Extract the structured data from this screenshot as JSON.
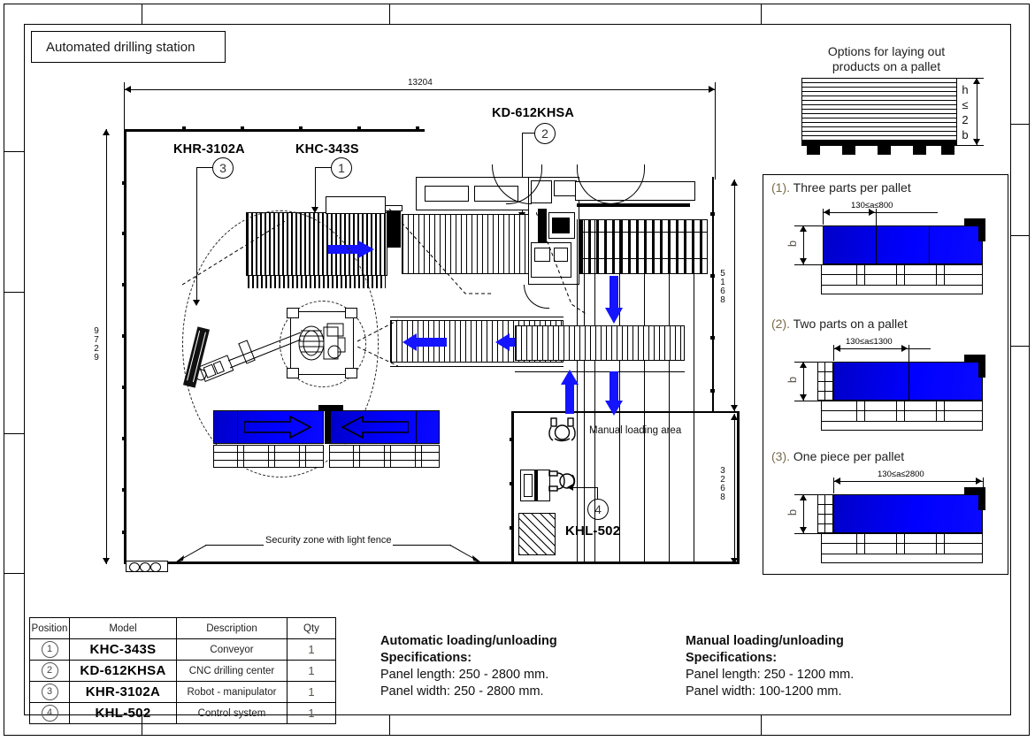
{
  "title_block": {
    "label": "Automated drilling station"
  },
  "layout_plan": {
    "dimensions": {
      "overall_width": "13204",
      "overall_height": "9729",
      "cell_height": "5168",
      "lower_height": "3268"
    },
    "callouts": [
      {
        "model": "KHR-3102A",
        "num": "3"
      },
      {
        "model": "KHC-343S",
        "num": "1"
      },
      {
        "model": "KD-612KHSA",
        "num": "2"
      },
      {
        "model": "KHL-502",
        "num": "4"
      }
    ],
    "annotations": {
      "manual_loading_area": "Manual loading area",
      "security_zone": "Security zone with light fence"
    }
  },
  "pallet_options": {
    "heading_line1": "Options for laying out",
    "heading_line2": "products on a pallet",
    "height_rule": [
      "h",
      "≤",
      "2",
      "b"
    ],
    "height_letter": "b",
    "options": [
      {
        "num": "(1).",
        "label": "Three parts per pallet",
        "dim": "130≤a≤800",
        "side_label": "b",
        "parts": 3
      },
      {
        "num": "(2).",
        "label": "Two parts on a pallet",
        "dim": "130≤a≤1300",
        "side_label": "b",
        "parts": 2
      },
      {
        "num": "(3).",
        "label": "One piece per pallet",
        "dim": "130≤a≤2800",
        "side_label": "b",
        "parts": 1
      }
    ]
  },
  "parts_table": {
    "headers": [
      "Position",
      "Model",
      "Description",
      "Qty"
    ],
    "rows": [
      {
        "position": "1",
        "model": "KHC-343S",
        "description": "Conveyor",
        "qty": "1"
      },
      {
        "position": "2",
        "model": "KD-612KHSA",
        "description": "CNC drilling center",
        "qty": "1"
      },
      {
        "position": "3",
        "model": "KHR-3102A",
        "description": "Robot - manipulator",
        "qty": "1"
      },
      {
        "position": "4",
        "model": "KHL-502",
        "description": "Control system",
        "qty": "1"
      }
    ]
  },
  "specs": {
    "automatic": {
      "heading1": "Automatic loading/unloading",
      "heading2": "Specifications:",
      "line1": "Panel length: 250 - 2800 mm.",
      "line2": "Panel width: 250 - 2800 mm."
    },
    "manual": {
      "heading1": "Manual loading/unloading",
      "heading2": "Specifications:",
      "line1": "Panel length: 250 - 1200 mm.",
      "line2": "Panel width: 100-1200 mm."
    }
  },
  "colors": {
    "part_blue": "#0000ff",
    "line": "#000000",
    "paper": "#ffffff"
  }
}
